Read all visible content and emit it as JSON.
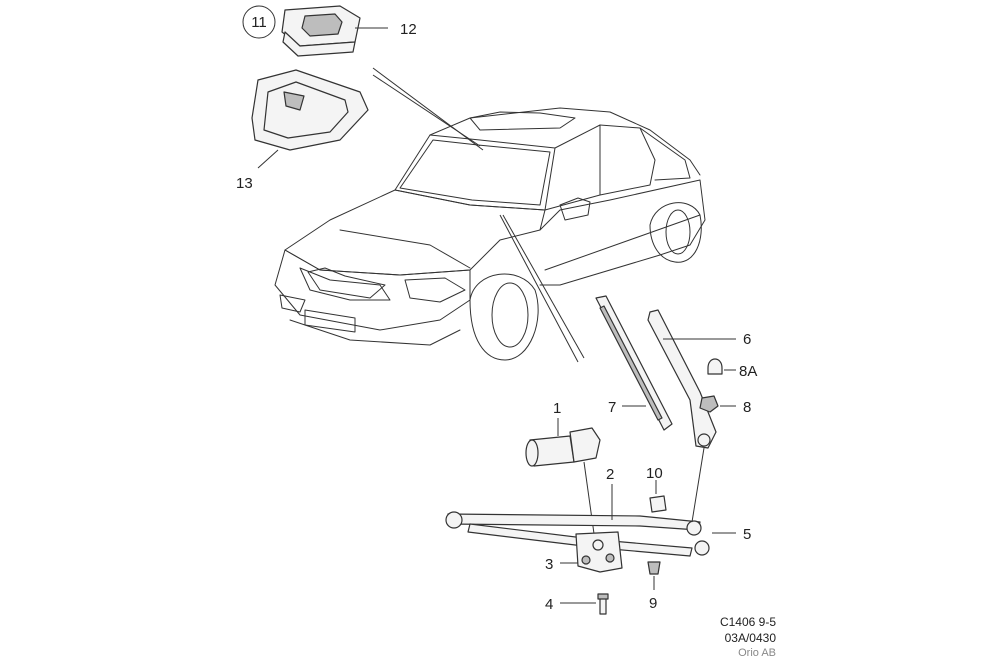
{
  "diagram": {
    "callouts": {
      "c1": "1",
      "c2": "2",
      "c3": "3",
      "c4": "4",
      "c5": "5",
      "c6": "6",
      "c7": "7",
      "c8": "8",
      "c8a": "8A",
      "c9": "9",
      "c10": "10",
      "c11": "11",
      "c12": "12",
      "c13": "13"
    },
    "footer": {
      "code": "C1406 9-5",
      "ref": "03A/0430",
      "owner": "Orio AB"
    }
  },
  "colors": {
    "line": "#333333",
    "part_fill": "#f4f4f4",
    "shade": "#bdbdbd",
    "owner_text": "#888888"
  }
}
